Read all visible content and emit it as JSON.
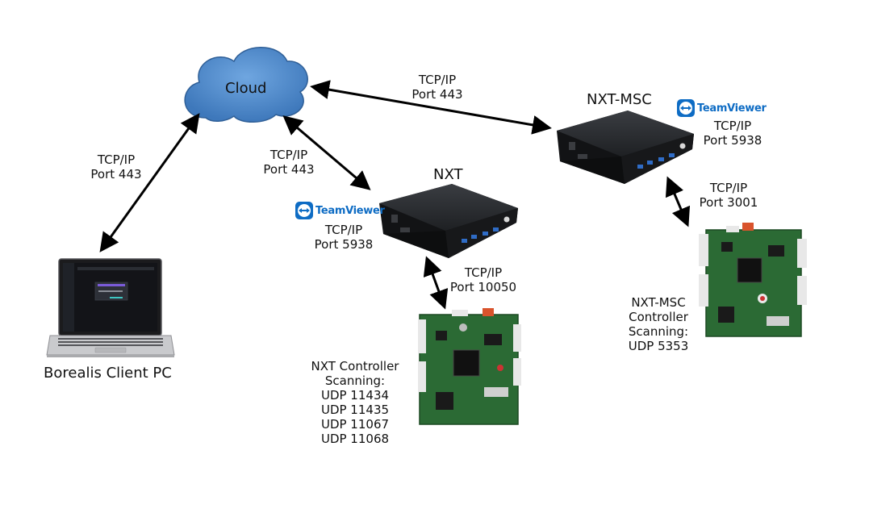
{
  "cloud": {
    "label": "Cloud"
  },
  "conn": {
    "cloud_client": [
      "TCP/IP",
      "Port 443"
    ],
    "cloud_nxt": [
      "TCP/IP",
      "Port 443"
    ],
    "cloud_msc": [
      "TCP/IP",
      "Port 443"
    ],
    "nxt_teamviewer": [
      "TCP/IP",
      "Port 5938"
    ],
    "msc_teamviewer": [
      "TCP/IP",
      "Port 5938"
    ],
    "nxt_controller": [
      "TCP/IP",
      "Port 10050"
    ],
    "msc_controller": [
      "TCP/IP",
      "Port 3001"
    ]
  },
  "devices": {
    "client_pc": "Borealis Client PC",
    "nxt": "NXT",
    "nxt_msc": "NXT-MSC"
  },
  "teamviewer": {
    "logo_text": "TeamViewer"
  },
  "controllers": {
    "nxt": [
      "NXT Controller",
      "Scanning:",
      "UDP 11434",
      "UDP 11435",
      "UDP 11067",
      "UDP 11068"
    ],
    "msc": [
      "NXT-MSC",
      "Controller",
      "Scanning:",
      "UDP 5353"
    ]
  },
  "colors": {
    "cloud_fill": "#4f88c9",
    "arrow": "#000000",
    "teamviewer": "#0e6cc4",
    "device_body": "#202225",
    "board": "#2b6a34"
  }
}
